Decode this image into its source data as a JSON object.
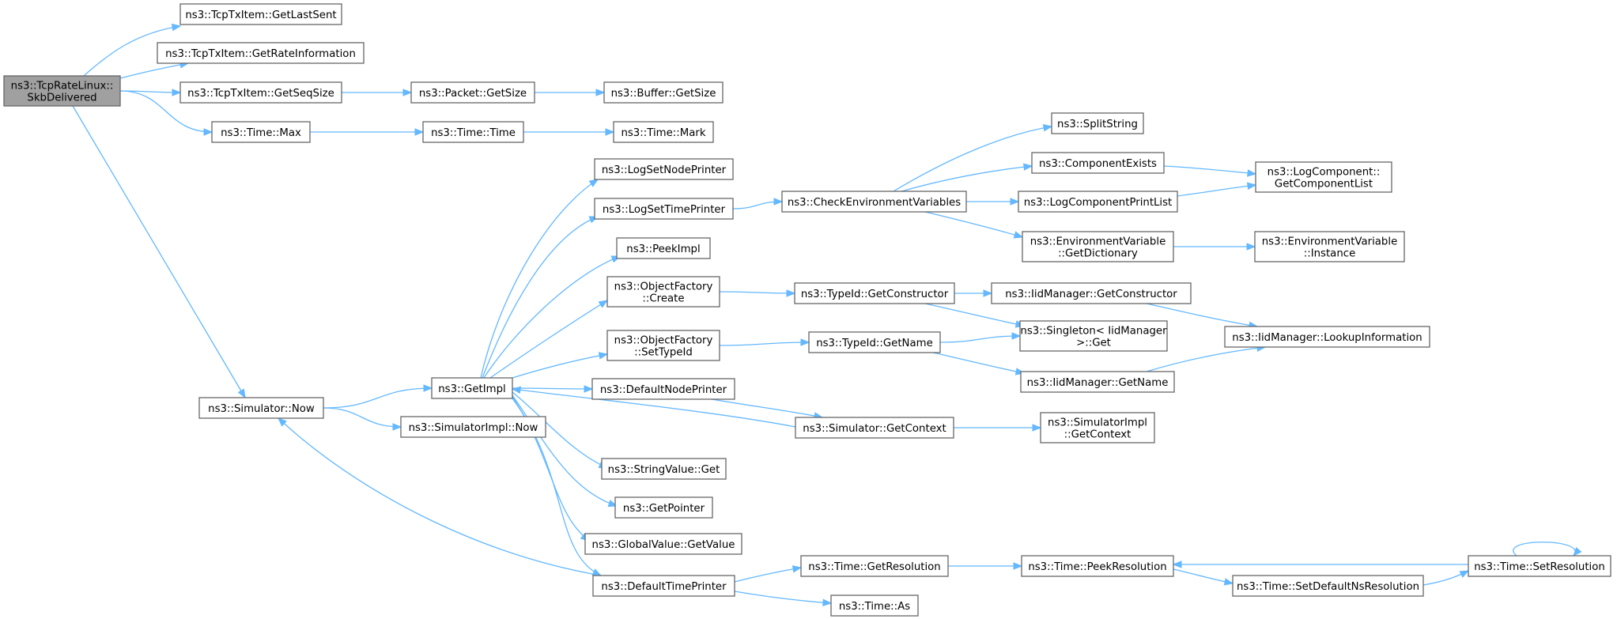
{
  "diagram": {
    "edge_color": "#63b8ff",
    "root_fill": "#a0a0a0",
    "node_border": "#666666",
    "nodes": [
      {
        "id": "root",
        "lines": [
          "ns3::TcpRateLinux::",
          "SkbDelivered"
        ],
        "root": true
      },
      {
        "id": "getlastsent",
        "lines": [
          "ns3::TcpTxItem::GetLastSent"
        ]
      },
      {
        "id": "getrateinfo",
        "lines": [
          "ns3::TcpTxItem::GetRateInformation"
        ]
      },
      {
        "id": "getseqsize",
        "lines": [
          "ns3::TcpTxItem::GetSeqSize"
        ]
      },
      {
        "id": "timemax",
        "lines": [
          "ns3::Time::Max"
        ]
      },
      {
        "id": "simnow",
        "lines": [
          "ns3::Simulator::Now"
        ]
      },
      {
        "id": "packetgetsize",
        "lines": [
          "ns3::Packet::GetSize"
        ]
      },
      {
        "id": "buffergetsize",
        "lines": [
          "ns3::Buffer::GetSize"
        ]
      },
      {
        "id": "timetime",
        "lines": [
          "ns3::Time::Time"
        ]
      },
      {
        "id": "timemark",
        "lines": [
          "ns3::Time::Mark"
        ]
      },
      {
        "id": "getimpl",
        "lines": [
          "ns3::GetImpl"
        ]
      },
      {
        "id": "simimplnow",
        "lines": [
          "ns3::SimulatorImpl::Now"
        ]
      },
      {
        "id": "logsetnode",
        "lines": [
          "ns3::LogSetNodePrinter"
        ]
      },
      {
        "id": "logsettime",
        "lines": [
          "ns3::LogSetTimePrinter"
        ]
      },
      {
        "id": "peekimpl",
        "lines": [
          "ns3::PeekImpl"
        ]
      },
      {
        "id": "ofcreate",
        "lines": [
          "ns3::ObjectFactory",
          "::Create"
        ]
      },
      {
        "id": "ofsettypeid",
        "lines": [
          "ns3::ObjectFactory",
          "::SetTypeId"
        ]
      },
      {
        "id": "defnodeprinter",
        "lines": [
          "ns3::DefaultNodePrinter"
        ]
      },
      {
        "id": "stringvalueget",
        "lines": [
          "ns3::StringValue::Get"
        ]
      },
      {
        "id": "getpointer",
        "lines": [
          "ns3::GetPointer"
        ]
      },
      {
        "id": "globalvalue",
        "lines": [
          "ns3::GlobalValue::GetValue"
        ]
      },
      {
        "id": "deftimeprinter",
        "lines": [
          "ns3::DefaultTimePrinter"
        ]
      },
      {
        "id": "checkenv",
        "lines": [
          "ns3::CheckEnvironmentVariables"
        ]
      },
      {
        "id": "typeidgetctor",
        "lines": [
          "ns3::TypeId::GetConstructor"
        ]
      },
      {
        "id": "typeidgetname",
        "lines": [
          "ns3::TypeId::GetName"
        ]
      },
      {
        "id": "simgetcontext",
        "lines": [
          "ns3::Simulator::GetContext"
        ]
      },
      {
        "id": "timegetres",
        "lines": [
          "ns3::Time::GetResolution"
        ]
      },
      {
        "id": "timeas",
        "lines": [
          "ns3::Time::As"
        ]
      },
      {
        "id": "splitstring",
        "lines": [
          "ns3::SplitString"
        ]
      },
      {
        "id": "compexists",
        "lines": [
          "ns3::ComponentExists"
        ]
      },
      {
        "id": "logcompprintlist",
        "lines": [
          "ns3::LogComponentPrintList"
        ]
      },
      {
        "id": "envvargetdict",
        "lines": [
          "ns3::EnvironmentVariable",
          "::GetDictionary"
        ]
      },
      {
        "id": "iidgetctor",
        "lines": [
          "ns3::IidManager::GetConstructor"
        ]
      },
      {
        "id": "singletonget",
        "lines": [
          "ns3::Singleton< IidManager",
          ">::Get"
        ]
      },
      {
        "id": "iidgetname",
        "lines": [
          "ns3::IidManager::GetName"
        ]
      },
      {
        "id": "simimplgetcontext",
        "lines": [
          "ns3::SimulatorImpl",
          "::GetContext"
        ]
      },
      {
        "id": "timepeekres",
        "lines": [
          "ns3::Time::PeekResolution"
        ]
      },
      {
        "id": "logcompgetlist",
        "lines": [
          "ns3::LogComponent::",
          "GetComponentList"
        ]
      },
      {
        "id": "envvarinstance",
        "lines": [
          "ns3::EnvironmentVariable",
          "::Instance"
        ]
      },
      {
        "id": "iidlookup",
        "lines": [
          "ns3::IidManager::LookupInformation"
        ]
      },
      {
        "id": "timesetdefns",
        "lines": [
          "ns3::Time::SetDefaultNsResolution"
        ]
      },
      {
        "id": "timesetres",
        "lines": [
          "ns3::Time::SetResolution"
        ]
      }
    ],
    "edges": [
      [
        "root",
        "getlastsent"
      ],
      [
        "root",
        "getrateinfo"
      ],
      [
        "root",
        "getseqsize"
      ],
      [
        "root",
        "timemax"
      ],
      [
        "root",
        "simnow"
      ],
      [
        "getseqsize",
        "packetgetsize"
      ],
      [
        "packetgetsize",
        "buffergetsize"
      ],
      [
        "timemax",
        "timetime"
      ],
      [
        "timetime",
        "timemark"
      ],
      [
        "simnow",
        "getimpl"
      ],
      [
        "simnow",
        "simimplnow"
      ],
      [
        "getimpl",
        "logsetnode"
      ],
      [
        "getimpl",
        "logsettime"
      ],
      [
        "getimpl",
        "peekimpl"
      ],
      [
        "getimpl",
        "ofcreate"
      ],
      [
        "getimpl",
        "ofsettypeid"
      ],
      [
        "getimpl",
        "defnodeprinter"
      ],
      [
        "getimpl",
        "stringvalueget"
      ],
      [
        "getimpl",
        "getpointer"
      ],
      [
        "getimpl",
        "globalvalue"
      ],
      [
        "getimpl",
        "deftimeprinter"
      ],
      [
        "logsettime",
        "checkenv"
      ],
      [
        "checkenv",
        "splitstring"
      ],
      [
        "checkenv",
        "compexists"
      ],
      [
        "checkenv",
        "logcompprintlist"
      ],
      [
        "checkenv",
        "envvargetdict"
      ],
      [
        "compexists",
        "logcompgetlist"
      ],
      [
        "logcompprintlist",
        "logcompgetlist"
      ],
      [
        "envvargetdict",
        "envvarinstance"
      ],
      [
        "ofcreate",
        "typeidgetctor"
      ],
      [
        "typeidgetctor",
        "iidgetctor"
      ],
      [
        "typeidgetctor",
        "singletonget"
      ],
      [
        "iidgetctor",
        "iidlookup"
      ],
      [
        "ofsettypeid",
        "typeidgetname"
      ],
      [
        "typeidgetname",
        "singletonget"
      ],
      [
        "typeidgetname",
        "iidgetname"
      ],
      [
        "iidgetname",
        "iidlookup"
      ],
      [
        "defnodeprinter",
        "simgetcontext"
      ],
      [
        "simgetcontext",
        "getimpl"
      ],
      [
        "simgetcontext",
        "simimplgetcontext"
      ],
      [
        "deftimeprinter",
        "simnow"
      ],
      [
        "deftimeprinter",
        "timegetres"
      ],
      [
        "deftimeprinter",
        "timeas"
      ],
      [
        "timegetres",
        "timepeekres"
      ],
      [
        "timepeekres",
        "timesetdefns"
      ],
      [
        "timesetdefns",
        "timesetres"
      ],
      [
        "timesetres",
        "timepeekres"
      ],
      [
        "timesetres",
        "timesetres"
      ]
    ]
  }
}
